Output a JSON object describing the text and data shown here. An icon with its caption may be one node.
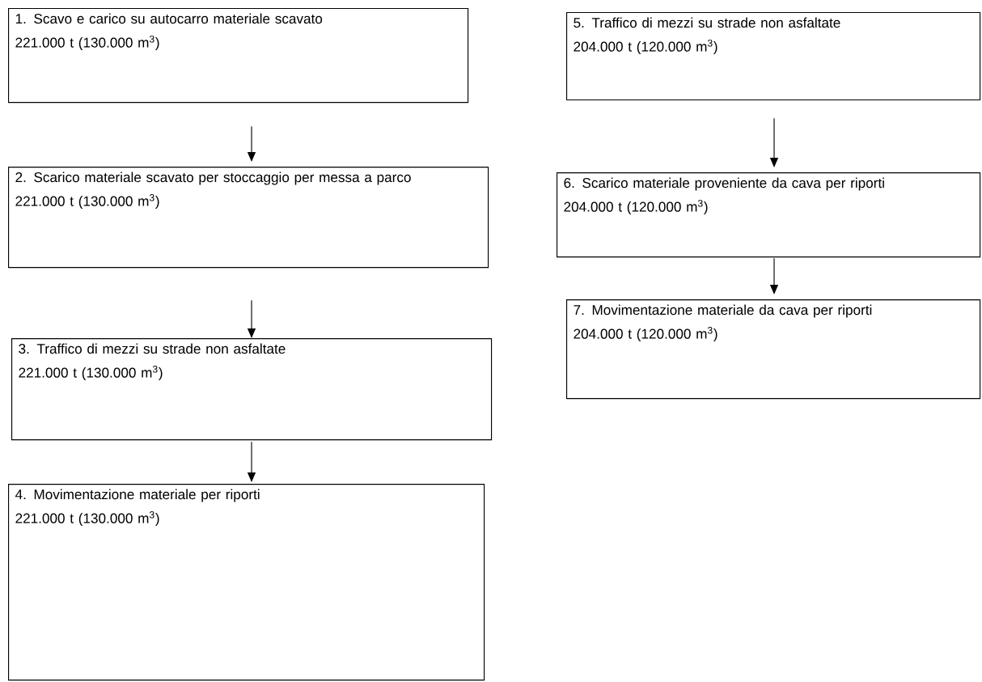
{
  "diagram": {
    "nodes": [
      {
        "text": [
          "1. Scavo e carico su autocarro materiale scavato",
          "221.000 t (130.000 m$^{3}$)"
        ]
      },
      {
        "text": [
          "2. Scarico materiale scavato per stoccaggio per messa a parco",
          "221.000 t (130.000 m$^{3}$)"
        ]
      },
      {
        "text": [
          "3. Traffico di mezzi su strade non asfaltate",
          "221.000 t (130.000 m$^{3}$)"
        ]
      },
      {
        "text": [
          "4. Movimentazione materiale per riporti",
          "221.000 t (130.000 m$^{3}$)"
        ]
      },
      {
        "text": [
          "5. Traffico di mezzi su strade non asfaltate",
          "204.000 t (120.000 m$^{3}$)"
        ]
      },
      {
        "text": [
          "6. Scarico materiale proveniente da cava per riporti",
          "204.000 t (120.000 m$^{3}$)"
        ]
      },
      {
        "text": [
          "7. Movimentazione materiale da cava per riporti",
          "204.000 t (120.000 m$^{3}$)"
        ]
      }
    ],
    "edges": [
      {
        "from": 0,
        "to": 1,
        "arrow": "to"
      },
      {
        "from": 1,
        "to": 2,
        "arrow": "to"
      },
      {
        "from": 2,
        "to": 3,
        "arrow": "to"
      },
      {
        "from": 4,
        "to": 5,
        "arrow": "to"
      },
      {
        "from": 5,
        "to": 6,
        "arrow": "to"
      }
    ]
  }
}
